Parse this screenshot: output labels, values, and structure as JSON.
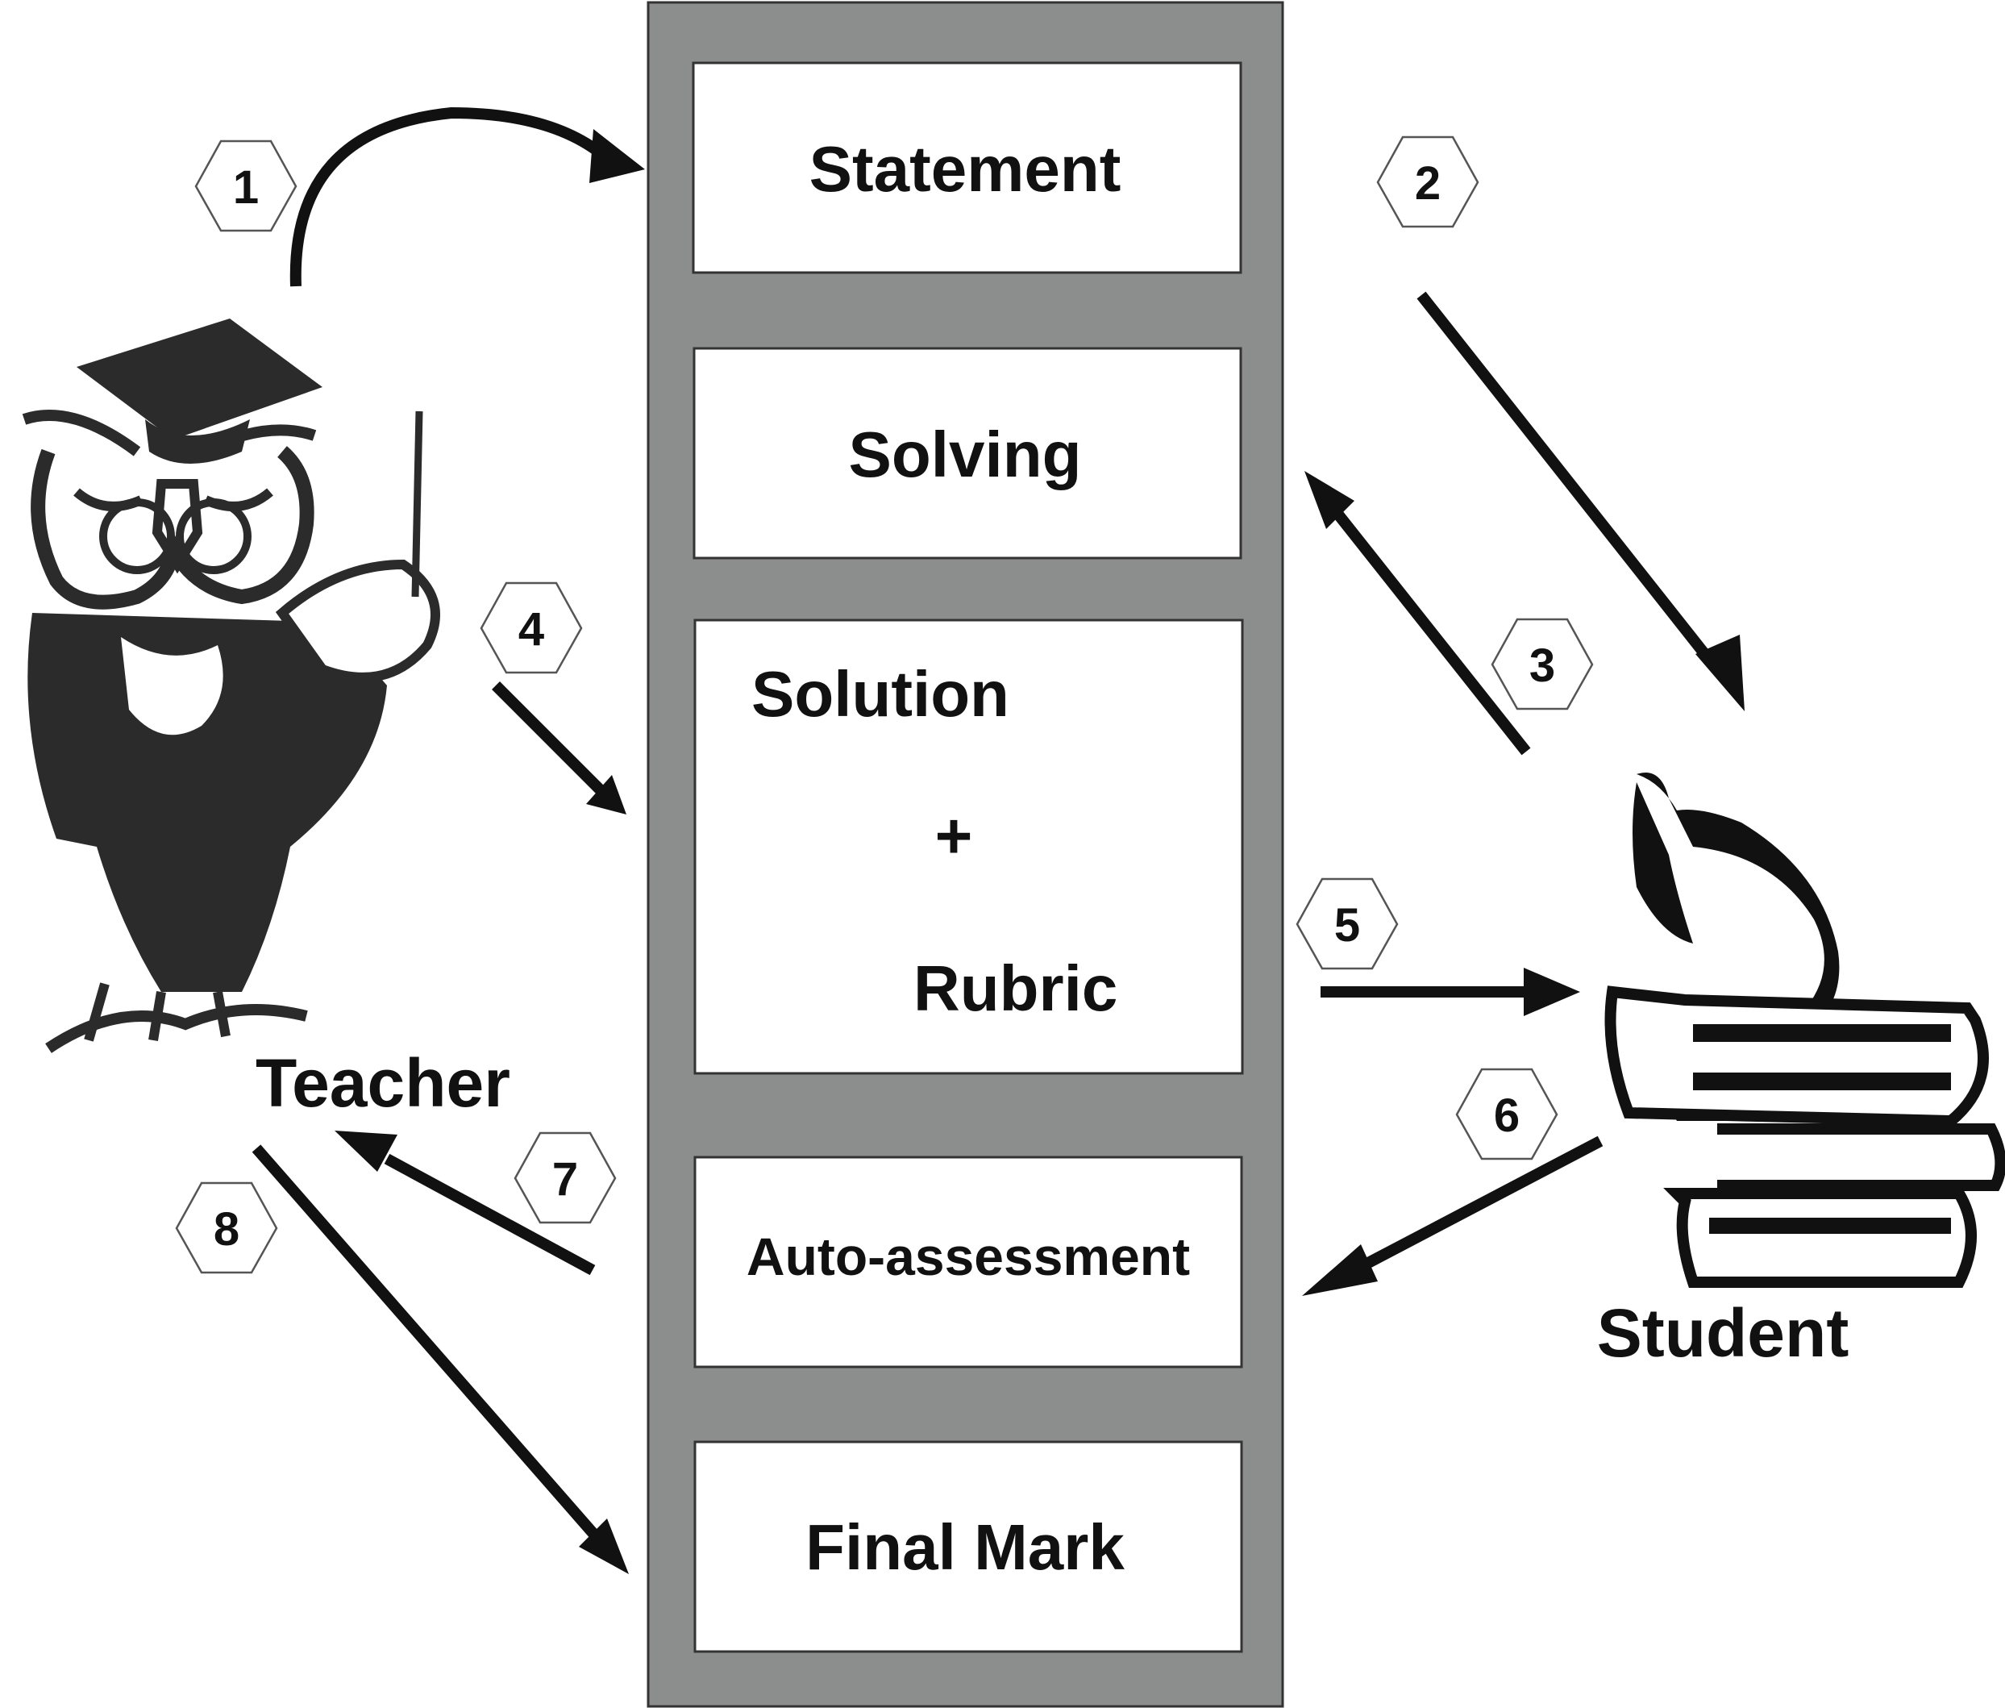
{
  "column": {
    "background_color": "#8c8d8d",
    "boxes": {
      "statement": "Statement",
      "solving": "Solving",
      "solution_line1": "Solution",
      "solution_plus": "+",
      "solution_line2": "Rubric",
      "auto_assessment": "Auto-assessment",
      "final_mark": "Final Mark"
    }
  },
  "actors": {
    "teacher": {
      "label": "Teacher",
      "icon": "owl-teacher-icon"
    },
    "student": {
      "label": "Student",
      "icon": "thinker-on-books-icon"
    }
  },
  "steps": [
    "1",
    "2",
    "3",
    "4",
    "5",
    "6",
    "7",
    "8"
  ]
}
